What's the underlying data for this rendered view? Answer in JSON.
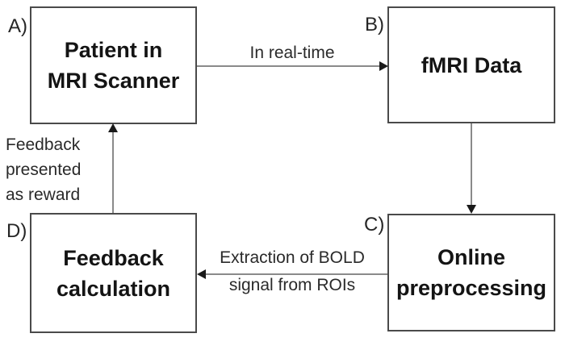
{
  "diagram": {
    "boxes": [
      {
        "id": "A",
        "corner_label": "A)",
        "title": [
          "Patient in",
          "MRI Scanner"
        ]
      },
      {
        "id": "B",
        "corner_label": "B)",
        "title": [
          "fMRI Data"
        ]
      },
      {
        "id": "C",
        "corner_label": "C)",
        "title": [
          "Online",
          "preprocessing"
        ]
      },
      {
        "id": "D",
        "corner_label": "D)",
        "title": [
          "Feedback",
          "calculation"
        ]
      }
    ],
    "arrows": [
      {
        "from": "A",
        "to": "B",
        "direction": "right",
        "label": [
          "In real-time"
        ]
      },
      {
        "from": "B",
        "to": "C",
        "direction": "down",
        "label": []
      },
      {
        "from": "C",
        "to": "D",
        "direction": "left",
        "label": [
          "Extraction of BOLD",
          "signal from ROIs"
        ]
      },
      {
        "from": "D",
        "to": "A",
        "direction": "up",
        "label": [
          "Feedback",
          "presented",
          "as reward"
        ]
      }
    ],
    "colors": {
      "background": "#ffffff",
      "box_border": "#4a4a4a",
      "arrow_line": "#8a8a8a",
      "arrowhead": "#1a1a1a",
      "text": "#141414",
      "frame_border": "#8a8a8a"
    }
  }
}
